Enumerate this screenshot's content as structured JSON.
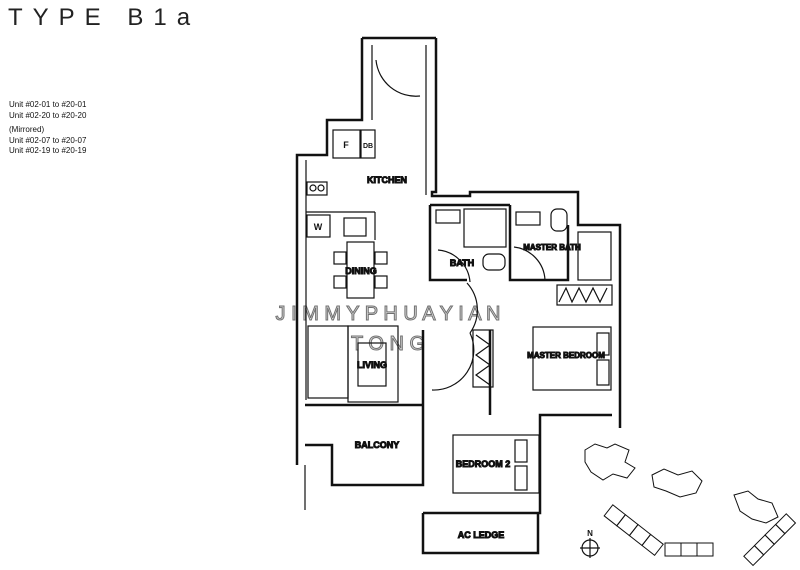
{
  "plan": {
    "type_title": "TYPE B1a",
    "units": [
      "Unit #02-01 to #20-01",
      "Unit #02-20 to #20-20"
    ],
    "mirrored_label": "(Mirrored)",
    "mirrored_units": [
      "Unit #02-07 to #20-07",
      "Unit #02-19 to #20-19"
    ],
    "rooms": {
      "kitchen": "KITCHEN",
      "dining": "DINING",
      "living": "LIVING",
      "balcony": "BALCONY",
      "bath": "BATH",
      "master_bath": "MASTER BATH",
      "master_bedroom": "MASTER BEDROOM",
      "bedroom2": "BEDROOM 2",
      "ac_ledge": "AC LEDGE"
    },
    "fixtures": {
      "fridge": "F",
      "db": "DB",
      "washer": "W"
    },
    "north": "N",
    "watermark_line1": "J I M M Y   P H U A   Y I A N",
    "watermark_line2": "T O N G"
  }
}
